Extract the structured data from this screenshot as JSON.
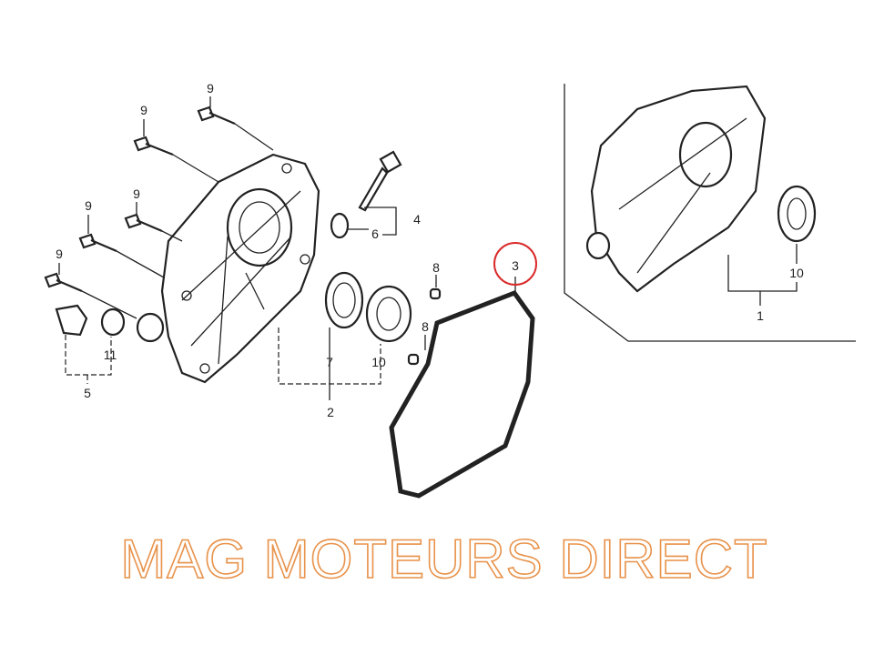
{
  "diagram": {
    "callouts": [
      {
        "id": "bolt-a",
        "text": "9"
      },
      {
        "id": "bolt-b",
        "text": "9"
      },
      {
        "id": "bolt-c",
        "text": "9"
      },
      {
        "id": "bolt-d",
        "text": "9"
      },
      {
        "id": "bolt-e",
        "text": "9"
      },
      {
        "id": "dipstick",
        "text": "4"
      },
      {
        "id": "o-ring",
        "text": "6"
      },
      {
        "id": "dowel-a",
        "text": "8"
      },
      {
        "id": "dowel-b",
        "text": "8"
      },
      {
        "id": "gasket",
        "text": "3"
      },
      {
        "id": "oil-seal",
        "text": "7"
      },
      {
        "id": "bearing",
        "text": "10"
      },
      {
        "id": "seal-set",
        "text": "2"
      },
      {
        "id": "small-seal",
        "text": "11"
      },
      {
        "id": "plug-set",
        "text": "5"
      },
      {
        "id": "bearing-right",
        "text": "10"
      },
      {
        "id": "cover-assy",
        "text": "1"
      }
    ],
    "highlight_color": "#d92b2b",
    "highlighted_callout": "3",
    "watermark": "MAG MOTEURS DIRECT",
    "watermark_color": "#e8924a"
  }
}
